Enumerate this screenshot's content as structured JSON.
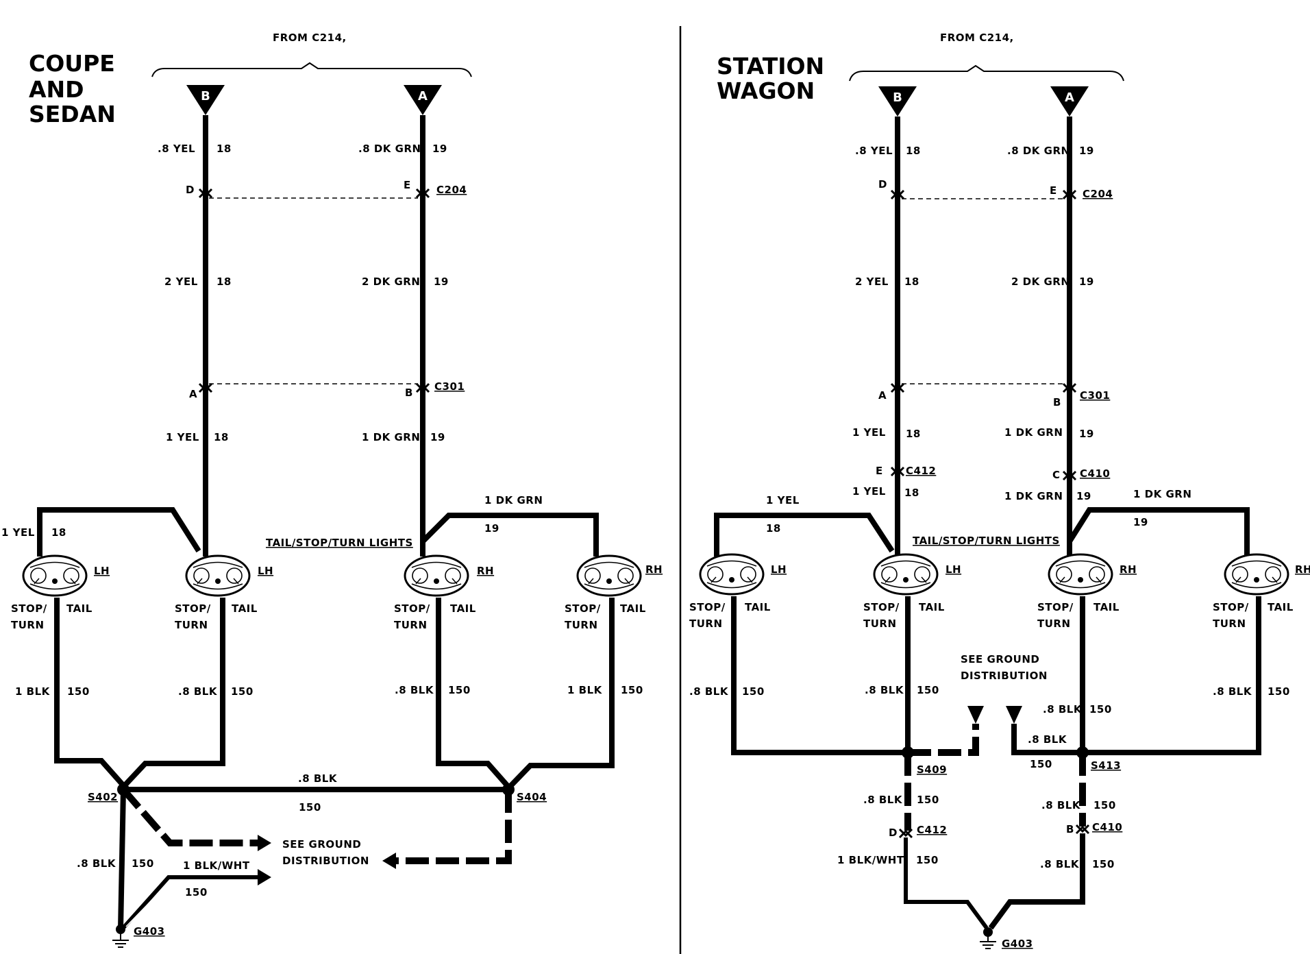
{
  "left": {
    "title_lines": [
      "COUPE",
      "AND",
      "SEDAN"
    ],
    "from": "FROM C214,",
    "term_b": "B",
    "term_a": "A",
    "wires": {
      "b_top": ".8 YEL",
      "b_top_n": "18",
      "a_top": ".8 DK GRN",
      "a_top_n": "19",
      "b_mid": "2 YEL",
      "b_mid_n": "18",
      "a_mid": "2 DK GRN",
      "a_mid_n": "19",
      "b_low": "1 YEL",
      "b_low_n": "18",
      "a_low": "1 DK GRN",
      "a_low_n": "19",
      "lh_outer": "1 YEL",
      "lh_outer_n": "18",
      "rh_outer": "1 DK GRN",
      "rh_outer_n": "19"
    },
    "pins": {
      "c204_b": "D",
      "c204_a": "E",
      "c301_b": "A",
      "c301_a": "B"
    },
    "connectors": {
      "c204": "C204",
      "c301": "C301"
    },
    "lights_title": "TAIL/STOP/TURN LIGHTS",
    "lamps": [
      {
        "side": "LH",
        "stop1": "STOP/",
        "stop2": "TURN",
        "tail": "TAIL",
        "blk": "1 BLK",
        "n": "150"
      },
      {
        "side": "LH",
        "stop1": "STOP/",
        "stop2": "TURN",
        "tail": "TAIL",
        "blk": ".8 BLK",
        "n": "150"
      },
      {
        "side": "RH",
        "stop1": "STOP/",
        "stop2": "TURN",
        "tail": "TAIL",
        "blk": ".8 BLK",
        "n": "150"
      },
      {
        "side": "RH",
        "stop1": "STOP/",
        "stop2": "TURN",
        "tail": "TAIL",
        "blk": "1 BLK",
        "n": "150"
      }
    ],
    "splices": {
      "s402": "S402",
      "s404": "S404"
    },
    "cross": {
      "label": ".8 BLK",
      "n": "150"
    },
    "ground_w": {
      "label": ".8 BLK",
      "n": "150"
    },
    "blkwht": {
      "label": "1 BLK/WHT",
      "n": "150"
    },
    "see_ground": [
      "SEE GROUND",
      "DISTRIBUTION"
    ],
    "ground": "G403"
  },
  "right": {
    "title_lines": [
      "STATION",
      "WAGON"
    ],
    "from": "FROM C214,",
    "term_b": "B",
    "term_a": "A",
    "wires": {
      "b_top": ".8 YEL",
      "b_top_n": "18",
      "a_top": ".8 DK GRN",
      "a_top_n": "19",
      "b_mid": "2 YEL",
      "b_mid_n": "18",
      "a_mid": "2 DK GRN",
      "a_mid_n": "19",
      "b_low": "1 YEL",
      "b_low_n": "18",
      "a_low": "1 DK GRN",
      "a_low_n": "19",
      "b_low2": "1 YEL",
      "b_low2_n": "18",
      "a_low2": "1 DK GRN",
      "a_low2_n": "19",
      "lh_outer": "1 YEL",
      "lh_outer_n": "18",
      "rh_outer": "1 DK GRN",
      "rh_outer_n": "19"
    },
    "pins": {
      "c204_b": "D",
      "c204_a": "E",
      "c301_b": "A",
      "c301_a": "B",
      "c412_pin": "E",
      "c410_pin": "C"
    },
    "connectors": {
      "c204": "C204",
      "c301": "C301",
      "c412": "C412",
      "c410": "C410"
    },
    "lights_title": "TAIL/STOP/TURN LIGHTS",
    "lamps": [
      {
        "side": "LH",
        "stop1": "STOP/",
        "stop2": "TURN",
        "tail": "TAIL",
        "blk": ".8 BLK",
        "n": "150"
      },
      {
        "side": "LH",
        "stop1": "STOP/",
        "stop2": "TURN",
        "tail": "TAIL",
        "blk": ".8 BLK",
        "n": "150"
      },
      {
        "side": "RH",
        "stop1": "STOP/",
        "stop2": "TURN",
        "tail": "TAIL",
        "blk": ".8 BLK",
        "n": "150"
      },
      {
        "side": "RH",
        "stop1": "STOP/",
        "stop2": "TURN",
        "tail": "TAIL",
        "blk": ".8 BLK",
        "n": "150"
      }
    ],
    "see_ground": [
      "SEE GROUND",
      "DISTRIBUTION"
    ],
    "center_wires": {
      "l1": ".8 BLK",
      "l1_n": "150",
      "l2": ".8 BLK",
      "l2_n": "150"
    },
    "splices": {
      "s409": "S409",
      "s413": "S413"
    },
    "lower": {
      "l409": ".8 BLK",
      "l409_n": "150",
      "l413": ".8 BLK",
      "l413_n": "150",
      "c412_pin": "D",
      "c412": "C412",
      "c410_pin": "B",
      "c410": "C410",
      "l_gnd_l": "1 BLK/WHT",
      "l_gnd_l_n": "150",
      "l_gnd_r": ".8 BLK",
      "l_gnd_r_n": "150"
    },
    "ground": "G403"
  }
}
